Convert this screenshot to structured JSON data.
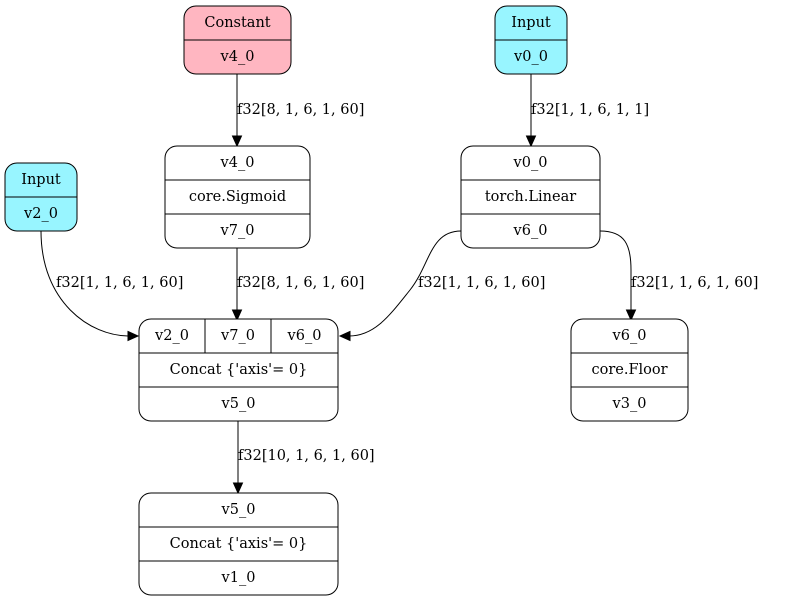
{
  "nodes": {
    "constant_v4": {
      "title": "Constant",
      "value": "v4_0",
      "fill": "#ffb6c1"
    },
    "input_v0": {
      "title": "Input",
      "value": "v0_0",
      "fill": "#98f5ff"
    },
    "input_v2": {
      "title": "Input",
      "value": "v2_0",
      "fill": "#98f5ff"
    },
    "sigmoid": {
      "in": "v4_0",
      "op": "core.Sigmoid",
      "out": "v7_0"
    },
    "linear": {
      "in": "v0_0",
      "op": "torch.Linear",
      "out": "v6_0"
    },
    "concat1": {
      "in": [
        "v2_0",
        "v7_0",
        "v6_0"
      ],
      "op": "Concat {'axis'= 0}",
      "out": "v5_0"
    },
    "floor": {
      "in": "v6_0",
      "op": "core.Floor",
      "out": "v3_0"
    },
    "concat2": {
      "in": "v5_0",
      "op": "Concat {'axis'= 0}",
      "out": "v1_0"
    }
  },
  "edges": {
    "const_to_sigmoid": "f32[8, 1, 6, 1, 60]",
    "input_to_linear": "f32[1, 1, 6, 1, 1]",
    "input2_to_concat": "f32[1, 1, 6, 1, 60]",
    "sigmoid_to_concat": "f32[8, 1, 6, 1, 60]",
    "linear_to_concat": "f32[1, 1, 6, 1, 60]",
    "linear_to_floor": "f32[1, 1, 6, 1, 60]",
    "concat_to_concat": "f32[10, 1, 6, 1, 60]"
  }
}
